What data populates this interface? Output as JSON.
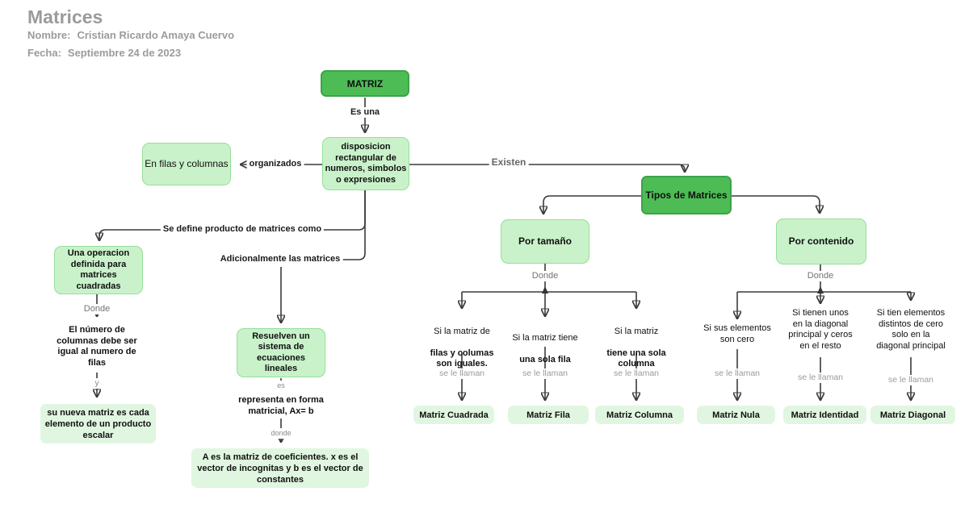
{
  "header": {
    "title": "Matrices",
    "lines": [
      {
        "label": "Nombre:",
        "value": "Cristian Ricardo Amaya Cuervo"
      },
      {
        "label": "Fecha:",
        "value": "Septiembre 24 de 2023"
      }
    ]
  },
  "map": {
    "nodes": {
      "matriz": "MATRIZ",
      "disposicion": "disposicion\nrectangular de\nnumeros, simbolos\no expresiones",
      "en_filas": "En filas y columnas",
      "tipos": "Tipos de Matrices",
      "por_tamano": "Por tamaño",
      "por_contenido": "Por contenido",
      "una_operacion": "Una operacion\ndefinida para\nmatrices\ncuadradas",
      "resuelven": "Resuelven un\nsistema de\necuaciones\nlineales",
      "el_numero": "El número de\ncolumnas debe ser\nigual al numero de\nfilas",
      "su_nueva": "su nueva matriz es cada\nelemento de un producto\nescalar",
      "representa": "representa en forma\nmatricial, Ax= b",
      "a_es": "A es la matriz de coeficientes. x es el\nvector de incognitas y b es el vector de\nconstantes"
    },
    "conditions": {
      "c1_lead": "Si la matriz de",
      "c1_emph": "filas y columas\nson iguales.",
      "c2_lead": "Si la matriz tiene",
      "c2_emph": "una sola fila",
      "c3_lead": "Si la matriz",
      "c3_emph": "tiene una sola\ncolumna",
      "c4": "Si sus elementos\nson cero",
      "c5": "Si tienen unos\nen la diagonal\nprincipal y ceros\nen el resto",
      "c6": "Si tien elementos\ndistintos de cero\nsolo en la\ndiagonal principal"
    },
    "results": {
      "r1": "Matriz Cuadrada",
      "r2": "Matriz Fila",
      "r3": "Matriz Columna",
      "r4": "Matriz Nula",
      "r5": "Matriz Identidad",
      "r6": "Matriz Diagonal"
    },
    "labels": {
      "es_una": "Es una",
      "organizados": "organizados",
      "existen": "Existen",
      "se_define": "Se define producto de matrices como",
      "adicionalmente": "Adicionalmente las matrices",
      "donde_left": "Donde",
      "donde_tamano": "Donde",
      "donde_contenido": "Donde",
      "y": "y",
      "es": "es",
      "donde_small": "donde",
      "se_le_llaman": "se le llaman"
    },
    "colors": {
      "dark_green": "#4dbc55",
      "mid_green": "#c9f2ca",
      "light_green": "#e0f6e0",
      "line": "#3a3a3a",
      "header_gray": "#9b9b9b"
    }
  }
}
